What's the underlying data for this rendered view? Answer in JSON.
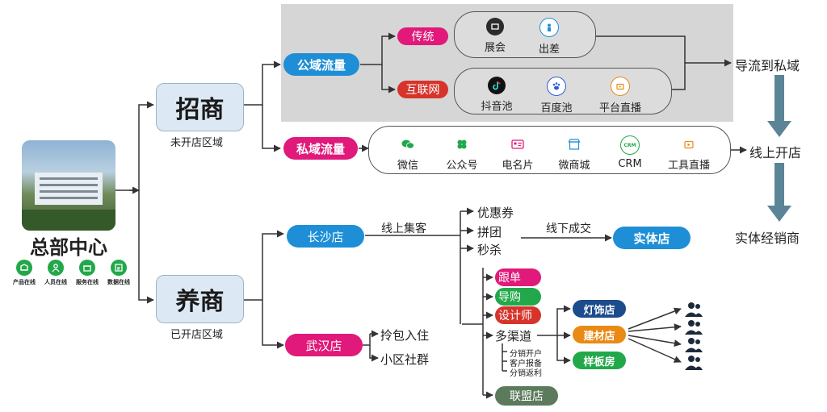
{
  "hq": {
    "title": "总部中心",
    "badges": [
      "产品在线",
      "人员在线",
      "服务在线",
      "数据在线"
    ]
  },
  "zhaoshang": {
    "title": "招商",
    "caption": "未开店区域"
  },
  "yangshang": {
    "title": "养商",
    "caption": "已开店区域"
  },
  "public_traffic": {
    "label": "公域流量",
    "color": "#1e8fd6"
  },
  "private_traffic": {
    "label": "私域流量",
    "color": "#e0197a"
  },
  "traditional": {
    "label": "传统",
    "color": "#e0197a",
    "items": [
      "展会",
      "出差"
    ]
  },
  "internet": {
    "label": "互联网",
    "color": "#d6342b",
    "items": [
      "抖音池",
      "百度池",
      "平台直播"
    ]
  },
  "private_items": [
    "微信",
    "公众号",
    "电名片",
    "微商城",
    "CRM",
    "工具直播"
  ],
  "right_flow": {
    "step1": "导流到私域",
    "step2": "线上开店",
    "step3": "实体经销商"
  },
  "changsha": {
    "label": "长沙店",
    "color": "#1e8fd6",
    "edge_label": "线上集客",
    "outputs": [
      "优惠券",
      "拼团",
      "秒杀"
    ]
  },
  "offline": {
    "edge_label": "线下成交",
    "store": "实体店",
    "store_color": "#1e8fd6"
  },
  "wuhan": {
    "label": "武汉店",
    "color": "#e0197a",
    "outputs": [
      "拎包入住",
      "小区社群"
    ]
  },
  "channels": {
    "genda": {
      "label": "跟单",
      "color": "#e0197a"
    },
    "daogou": {
      "label": "导购",
      "color": "#22a84a"
    },
    "shejishi": {
      "label": "设计师",
      "color": "#d6342b"
    },
    "multi": "多渠道",
    "multi_sub": [
      "分销开户",
      "客户报备",
      "分销返利"
    ],
    "alliance": {
      "label": "联盟店",
      "color": "#5c7a5c"
    }
  },
  "stores": [
    {
      "label": "灯饰店",
      "color": "#1d4c8c"
    },
    {
      "label": "建材店",
      "color": "#e98a15"
    },
    {
      "label": "样板房",
      "color": "#22a84a"
    }
  ]
}
